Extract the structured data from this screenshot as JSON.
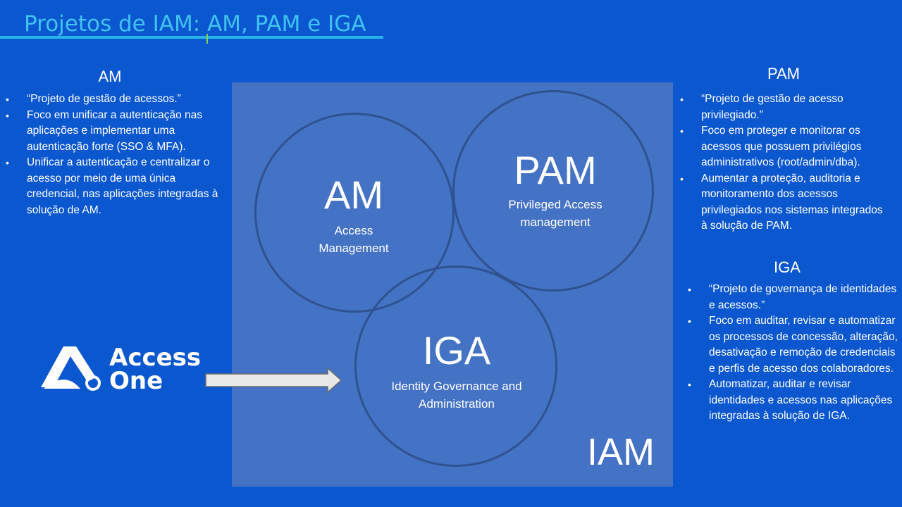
{
  "title": "Projetos de IAM: AM, PAM e IGA",
  "am_section": {
    "heading": "AM",
    "bullets": [
      "“Projeto de gestão de acessos.”",
      "Foco em unificar a autenticação nas aplicações e implementar uma autenticação forte (SSO & MFA).",
      "Unificar a autenticação e centralizar o acesso por meio de uma única credencial, nas aplicações integradas à solução de AM."
    ]
  },
  "pam_section": {
    "heading": "PAM",
    "bullets": [
      "“Projeto de gestão de acesso privilegiado.”",
      "Foco em proteger e monitorar os acessos que possuem privilégios administrativos (root/admin/dba).",
      "Aumentar a proteção, auditoria e monitoramento dos acessos privilegiados nos sistemas integrados à solução de PAM."
    ]
  },
  "iga_section": {
    "heading": "IGA",
    "bullets": [
      "“Projeto de governança de identidades e acessos.”",
      "Foco em auditar, revisar e automatizar os processos de concessão, alteração, desativação e remoção de credenciais e perfis de acesso dos colaboradores.",
      "Automatizar, auditar e revisar identidades e acessos nas aplicações integradas à solução de IGA."
    ]
  },
  "diagram": {
    "am": {
      "abbr": "AM",
      "line1": "Access",
      "line2": "Management"
    },
    "pam": {
      "abbr": "PAM",
      "line1": "Privileged Access",
      "line2": "management"
    },
    "iga": {
      "abbr": "IGA",
      "line1": "Identity Governance and",
      "line2": "Administration"
    },
    "container_label": "IAM"
  },
  "logo": {
    "line1": "Access",
    "line2": "One"
  },
  "colors": {
    "background": "#0b57d0",
    "title": "#3fc4f0",
    "diagram_fill": "#4472c4",
    "circle_stroke": "#2f528f"
  }
}
